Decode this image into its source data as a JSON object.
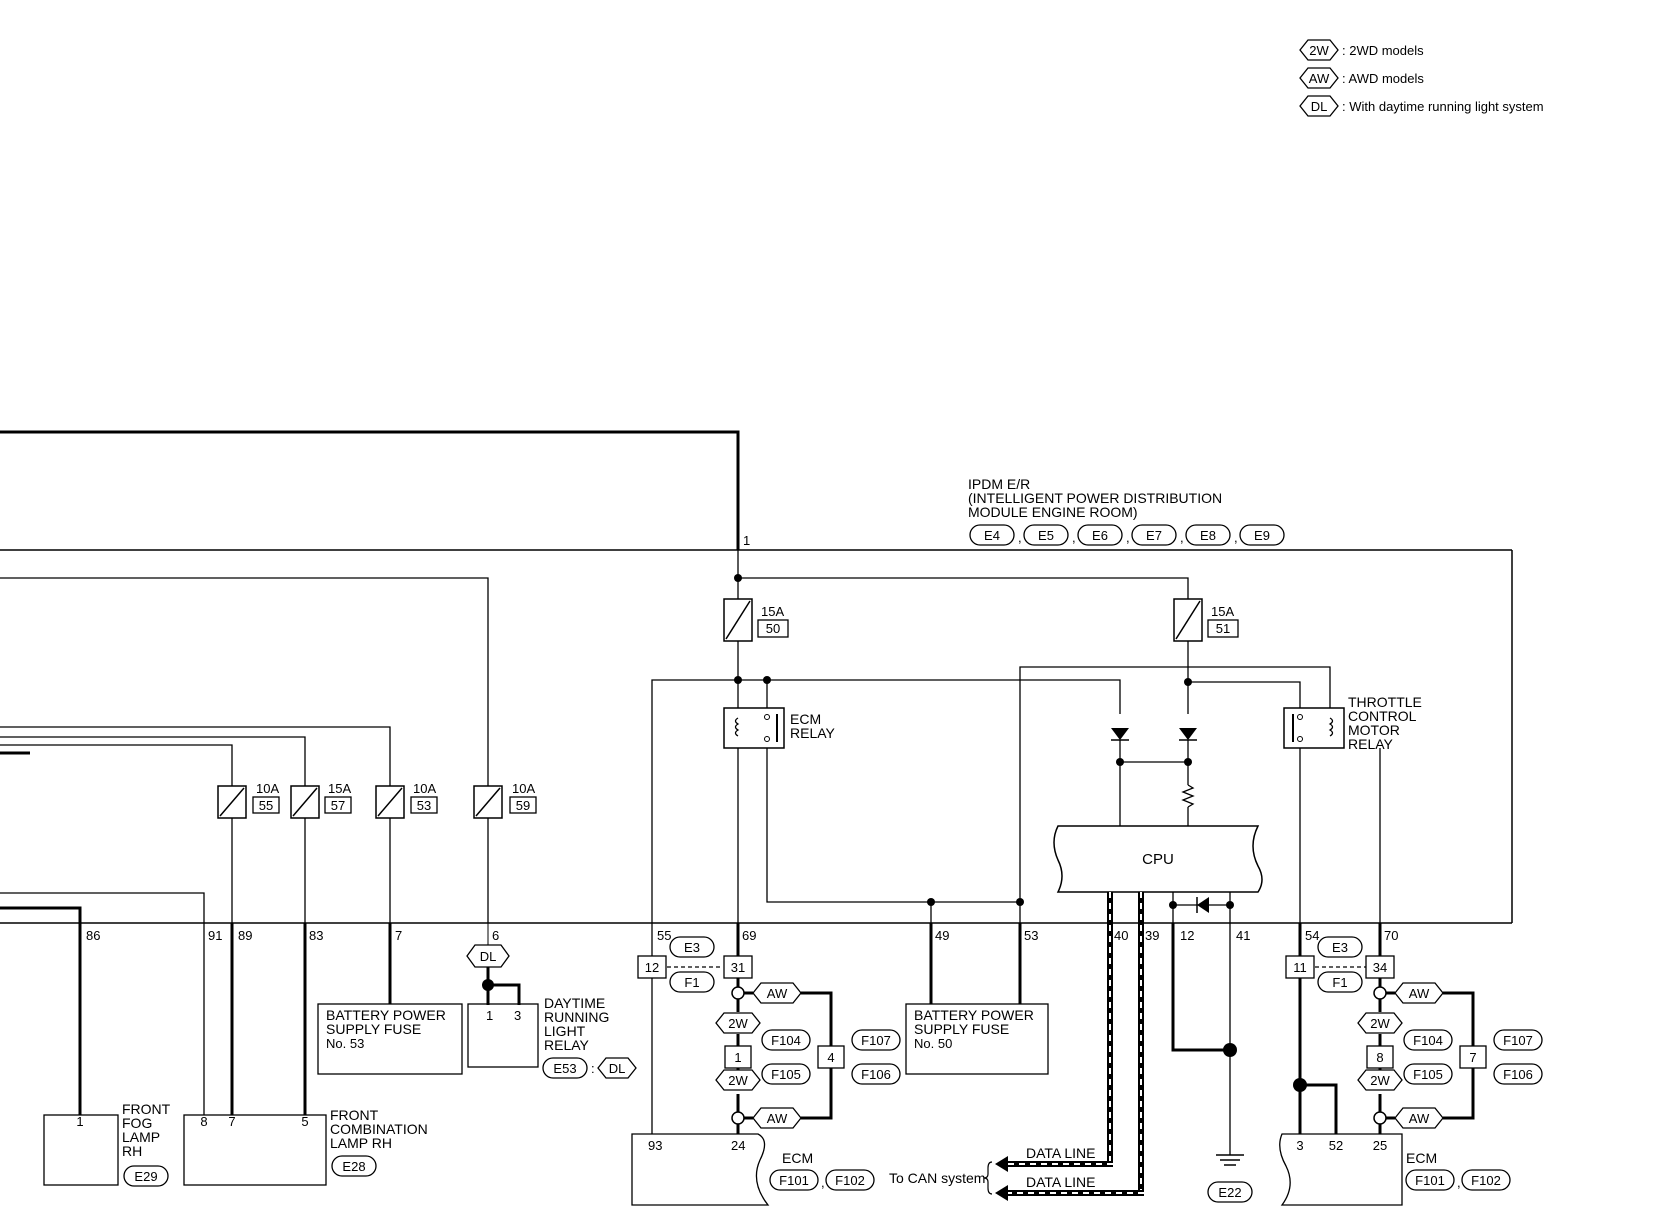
{
  "legend": {
    "items": [
      {
        "tag": "2W",
        "desc": ": 2WD models"
      },
      {
        "tag": "AW",
        "desc": ": AWD models"
      },
      {
        "tag": "DL",
        "desc": ": With daytime running light system"
      }
    ]
  },
  "ipdm": {
    "title_lines": [
      "IPDM E/R",
      "(INTELLIGENT POWER DISTRIBUTION",
      " MODULE ENGINE ROOM)"
    ],
    "connectors": [
      "E4",
      "E5",
      "E6",
      "E7",
      "E8",
      "E9"
    ],
    "top_terminal": "1"
  },
  "fuses": {
    "f55": {
      "amp": "10A",
      "no": "55"
    },
    "f57": {
      "amp": "15A",
      "no": "57"
    },
    "f53": {
      "amp": "10A",
      "no": "53"
    },
    "f59": {
      "amp": "10A",
      "no": "59"
    },
    "f50": {
      "amp": "15A",
      "no": "50"
    },
    "f51": {
      "amp": "15A",
      "no": "51"
    }
  },
  "relays": {
    "ecm": [
      "ECM",
      "RELAY"
    ],
    "throttle": [
      "THROTTLE",
      "CONTROL",
      "MOTOR",
      "RELAY"
    ],
    "drl": [
      "DAYTIME",
      "RUNNING",
      "LIGHT",
      "RELAY"
    ],
    "drl_conn": "E53",
    "drl_tag": "DL"
  },
  "cpu": "CPU",
  "pins": [
    "86",
    "91",
    "89",
    "83",
    "7",
    "6",
    "55",
    "69",
    "49",
    "53",
    "40",
    "39",
    "12",
    "41",
    "54",
    "70"
  ],
  "dl_tag": "DL",
  "bat53": [
    "BATTERY POWER",
    "SUPPLY FUSE",
    "No. 53"
  ],
  "bat50": [
    "BATTERY POWER",
    "SUPPLY FUSE",
    "No. 50"
  ],
  "drl_pins": [
    "1",
    "3"
  ],
  "fog": {
    "lines": [
      "FRONT",
      "FOG",
      "LAMP",
      "RH"
    ],
    "pin": "1",
    "conn": "E29"
  },
  "combo": {
    "lines": [
      "FRONT",
      "COMBINATION",
      "LAMP RH"
    ],
    "pins": [
      "8",
      "7",
      "5"
    ],
    "conn": "E28"
  },
  "jc1": {
    "e_conn": "E3",
    "f_conn": "F1",
    "left": "12",
    "right": "31",
    "aw": "AW",
    "w2": "2W",
    "center": "1",
    "side": "4",
    "f104": "F104",
    "f105": "F105",
    "f107": "F107",
    "f106": "F106"
  },
  "jc2": {
    "e_conn": "E3",
    "f_conn": "F1",
    "left": "11",
    "right": "34",
    "aw": "AW",
    "w2": "2W",
    "center": "8",
    "side": "7",
    "f104": "F104",
    "f105": "F105",
    "f107": "F107",
    "f106": "F106"
  },
  "ecm1": {
    "label": "ECM",
    "pins": [
      "93",
      "24"
    ],
    "conns": [
      "F101",
      "F102"
    ]
  },
  "ecm2": {
    "label": "ECM",
    "pins": [
      "3",
      "52",
      "25"
    ],
    "conns": [
      "F101",
      "F102"
    ]
  },
  "can": {
    "label": "To CAN system",
    "line1": "DATA LINE",
    "line2": "DATA LINE"
  },
  "ground": "E22"
}
